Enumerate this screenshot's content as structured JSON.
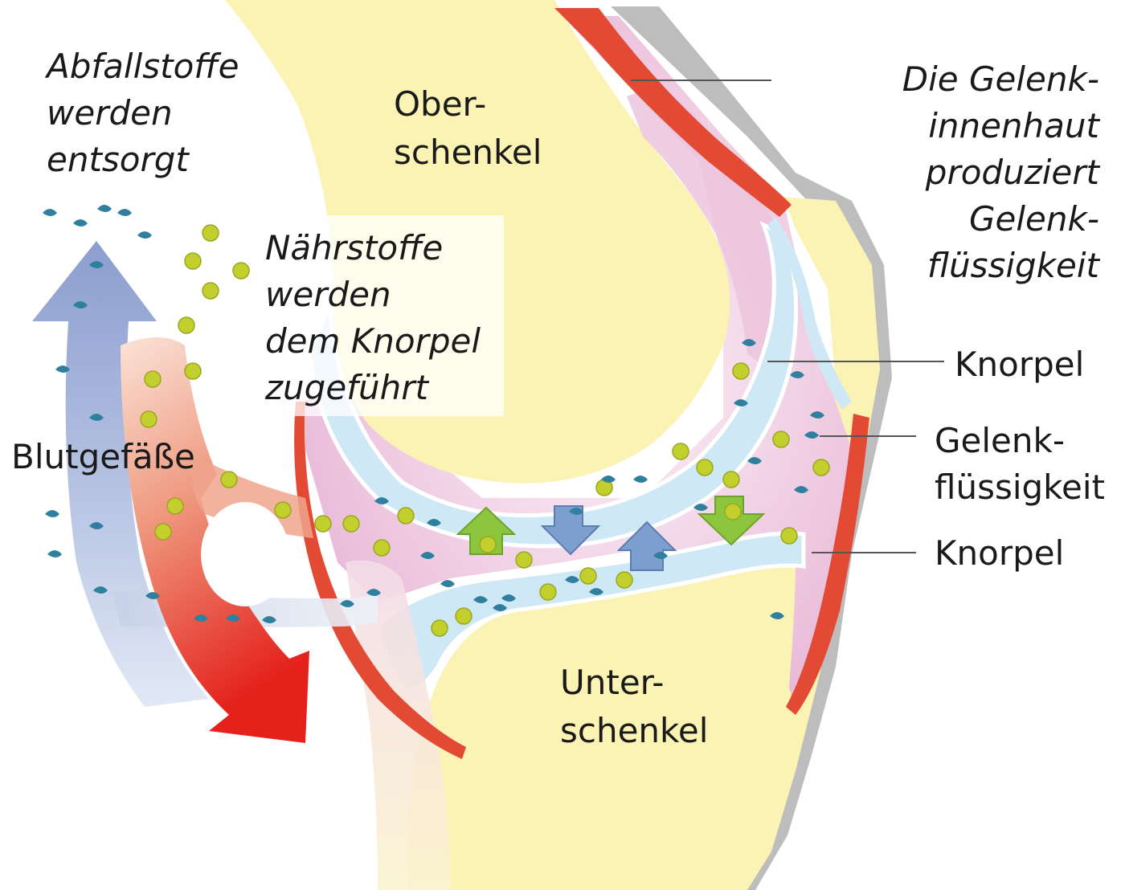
{
  "labels": {
    "abfall": "Abfallstoffe\nwerden\nentsorgt",
    "naehrstoffe": "Nährstoffe\nwerden\ndem Knorpel\nzugeführt",
    "blutgefaesse": "Blutgefäße",
    "oberschenkel": "Ober-\nschenkel",
    "unterschenkel": "Unter-\nschenkel",
    "gelenkinnenhaut": "Die Gelenk-\ninnenhaut\nproduziert\nGelenk-\nflüssigkeit",
    "knorpel_oben": "Knorpel",
    "gelenkfluessigkeit": "Gelenk-\nflüssigkeit",
    "knorpel_unten": "Knorpel"
  },
  "icons": {
    "nutrient": "green-dot",
    "waste": "blue-drop",
    "nutrient_flow": "green-arrow",
    "waste_flow": "blue-arrow"
  },
  "colors": {
    "bone": "#fbf3b4",
    "cartilage": "#cfe8f5",
    "synovial_fluid": "#f2cde3",
    "joint_capsule": "#e24a33",
    "outer_tissue": "#bdbdbd",
    "nutrient": "#c3cf2d",
    "waste": "#2f7f9f",
    "vein": "#9db0d8",
    "artery": "#e03a2a"
  }
}
